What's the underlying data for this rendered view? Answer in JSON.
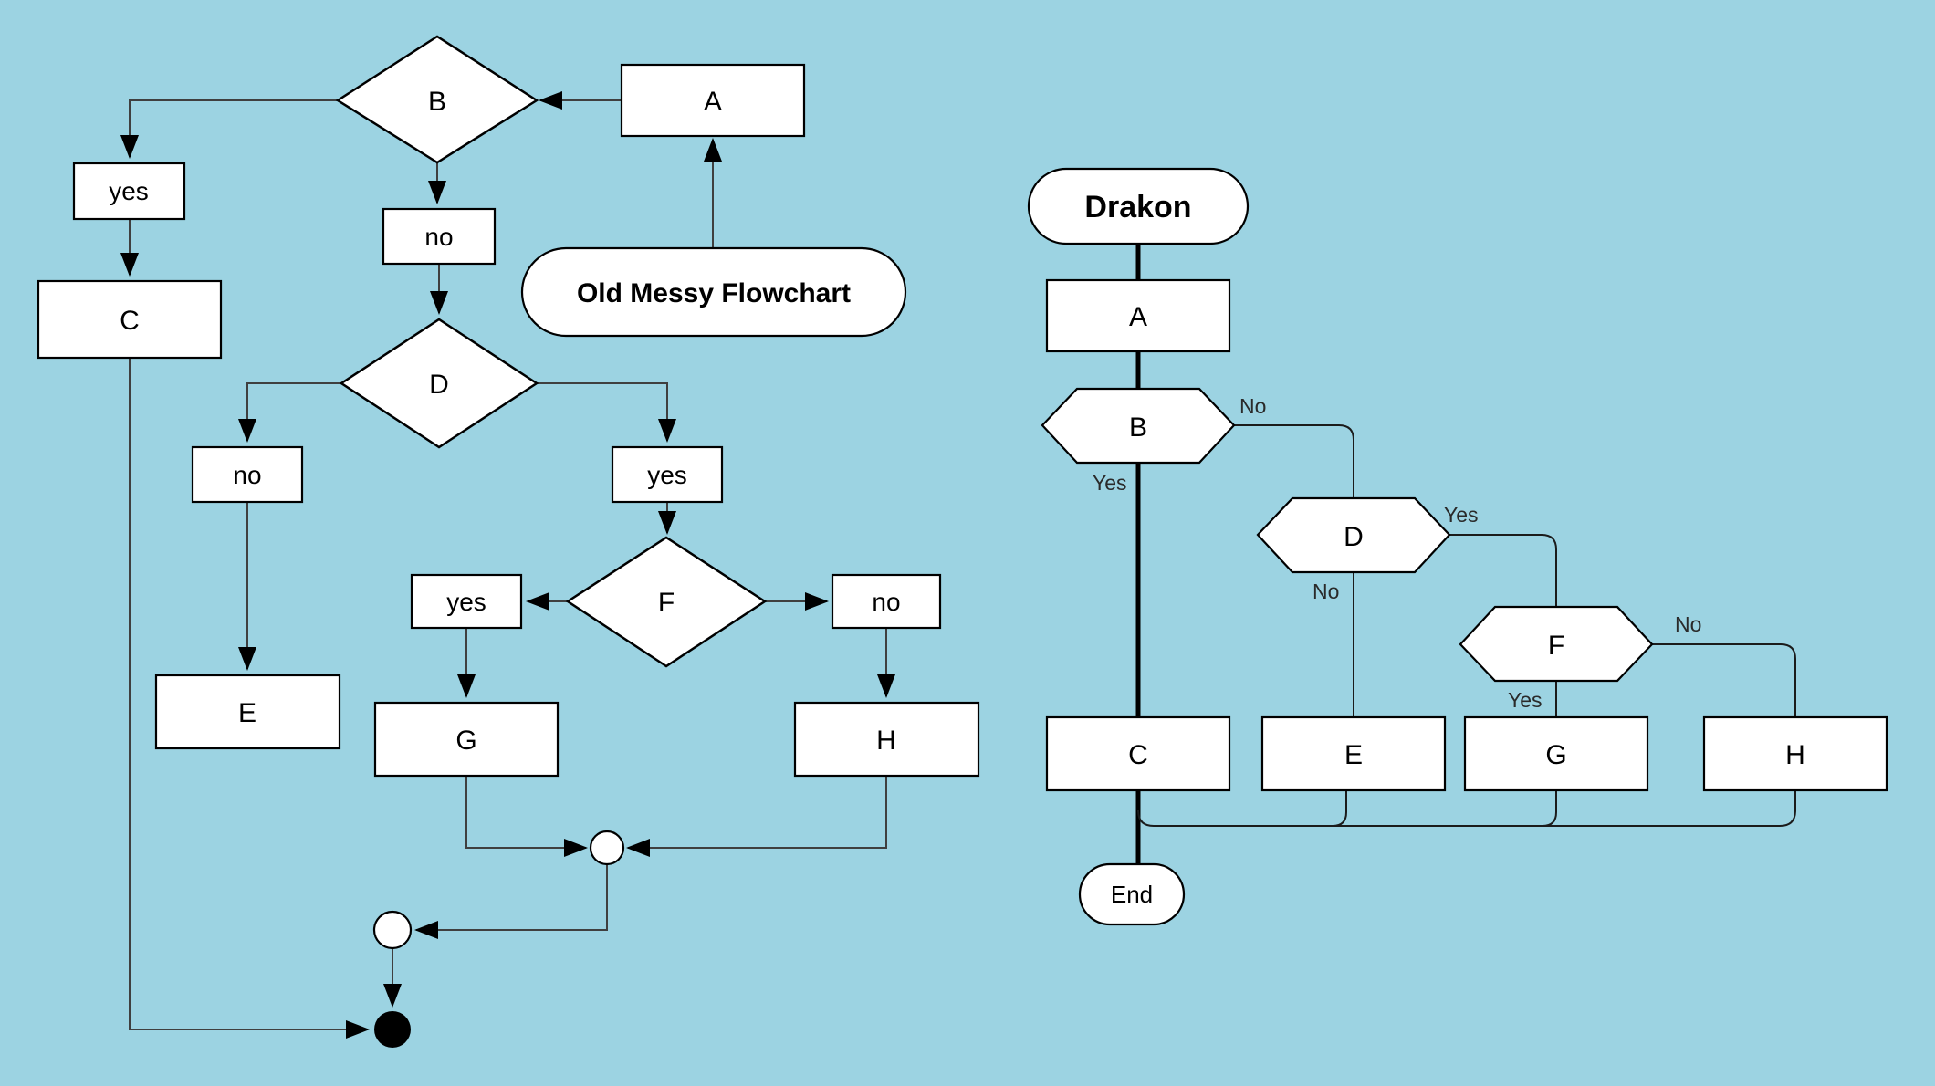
{
  "colors": {
    "background": "#9cd3e2",
    "shape_fill": "#ffffff",
    "line": "#000000"
  },
  "left_chart": {
    "title": "Old Messy Flowchart",
    "nodes": {
      "a": "A",
      "b": "B",
      "c": "C",
      "d": "D",
      "e": "E",
      "f": "F",
      "g": "G",
      "h": "H"
    },
    "labels": {
      "b_yes": "yes",
      "b_no": "no",
      "d_no": "no",
      "d_yes": "yes",
      "f_yes": "yes",
      "f_no": "no"
    }
  },
  "right_chart": {
    "title": "Drakon",
    "nodes": {
      "a": "A",
      "b": "B",
      "c": "C",
      "d": "D",
      "e": "E",
      "f": "F",
      "g": "G",
      "h": "H"
    },
    "labels": {
      "b_no": "No",
      "b_yes": "Yes",
      "d_yes": "Yes",
      "d_no": "No",
      "f_no": "No",
      "f_yes": "Yes"
    },
    "end_label": "End"
  }
}
